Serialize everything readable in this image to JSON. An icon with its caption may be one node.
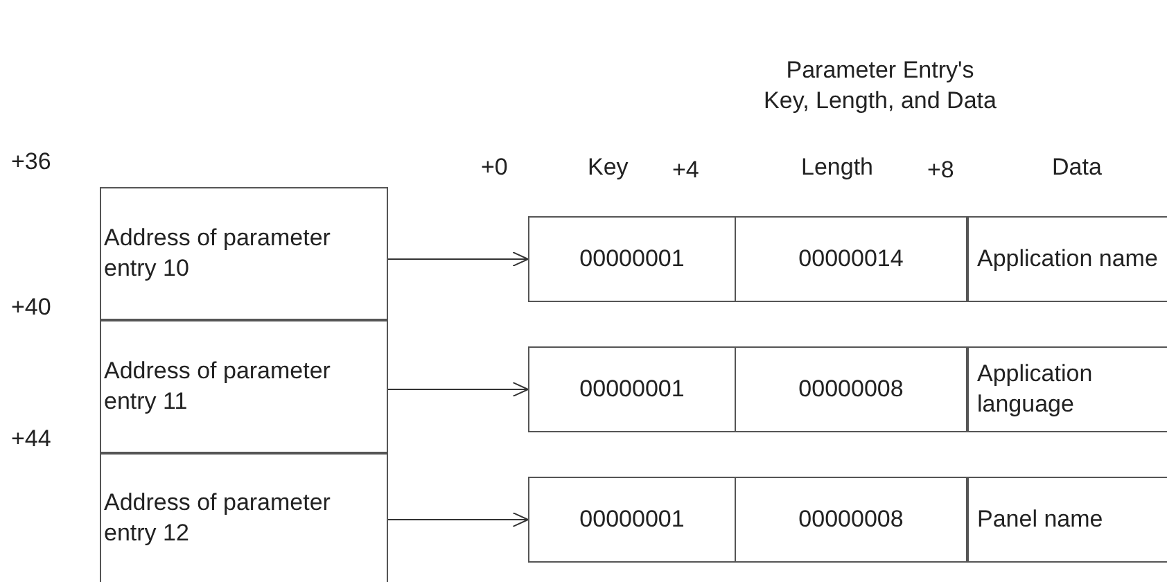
{
  "diagram": {
    "title": "Parameter Entry's Key, Length, and Data",
    "nodes": [
      {
        "text": [
          "Address of parameter entry 10"
        ]
      },
      {
        "text": [
          "Address of parameter entry 11"
        ]
      },
      {
        "text": [
          "Address of parameter entry 12"
        ]
      },
      {
        "text": [
          "00000001"
        ]
      },
      {
        "text": [
          "00000014"
        ]
      },
      {
        "text": [
          "Application name"
        ]
      },
      {
        "text": [
          "00000001"
        ]
      },
      {
        "text": [
          "00000008"
        ]
      },
      {
        "text": [
          "Application language"
        ]
      },
      {
        "text": [
          "00000001"
        ]
      },
      {
        "text": [
          "00000008"
        ]
      },
      {
        "text": [
          "Panel name"
        ]
      }
    ],
    "edges": [
      {
        "from": 0,
        "to": 3,
        "arrow": "to"
      },
      {
        "from": 1,
        "to": 6,
        "arrow": "to"
      },
      {
        "from": 2,
        "to": 9,
        "arrow": "to"
      }
    ],
    "labels": [
      "+36",
      "+0",
      "Key",
      "+4",
      "Length",
      "+8",
      "Data",
      "+40",
      "+44"
    ]
  }
}
